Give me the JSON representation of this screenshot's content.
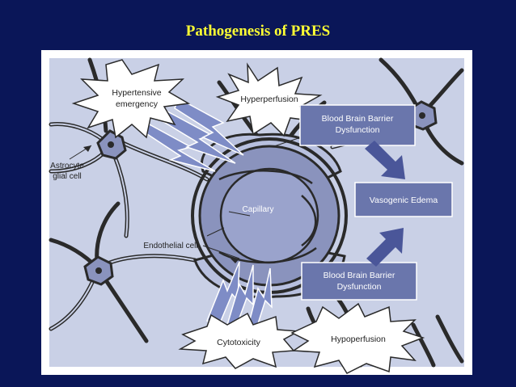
{
  "slide": {
    "title": "Pathogenesis of PRES"
  },
  "diagram": {
    "labels": {
      "hypertensive_emergency": [
        "Hypertensive",
        "emergency"
      ],
      "hyperperfusion": "Hyperperfusion",
      "bbb_top": [
        "Blood Brain Barrier",
        "Dysfunction"
      ],
      "astrocyte": [
        "Astrocyte",
        "glial cell"
      ],
      "capillary": "Capillary",
      "vasogenic_edema": "Vasogenic Edema",
      "endothelial": "Endothelial cell",
      "bbb_bottom": [
        "Blood Brain Barrier",
        "Dysfunction"
      ],
      "cytotoxicity": "Cytotoxicity",
      "hypoperfusion": "Hypoperfusion"
    },
    "colors": {
      "slide_background": "#0a1658",
      "title": "#ffff33",
      "diagram_background": "#ffffff",
      "tissue_fill": "#c9d0e6",
      "cell_fill": "#8a93bd",
      "outline": "#2a2a2a",
      "box_fill": "#6a76ac",
      "box_text": "#ffffff",
      "arrow_fill": "#4a5699",
      "bolt_fill": "#7e8cc6"
    }
  }
}
